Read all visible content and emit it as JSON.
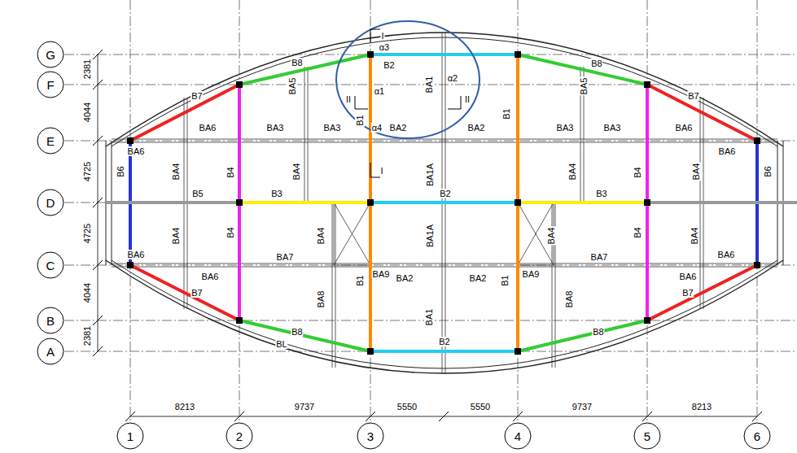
{
  "diagram": {
    "nodes": [
      {
        "text": [
          "G"
        ]
      },
      {
        "text": [
          "F"
        ]
      },
      {
        "text": [
          "E"
        ]
      },
      {
        "text": [
          "D"
        ]
      },
      {
        "text": [
          "C"
        ]
      },
      {
        "text": [
          "B"
        ]
      },
      {
        "text": [
          "A"
        ]
      },
      {
        "text": [
          "1"
        ]
      },
      {
        "text": [
          "2"
        ]
      },
      {
        "text": [
          "3"
        ]
      },
      {
        "text": [
          "4"
        ]
      },
      {
        "text": [
          "5"
        ]
      },
      {
        "text": [
          "6"
        ]
      }
    ],
    "labels": [
      "2381",
      "4044",
      "4725",
      "4725",
      "4044",
      "2381",
      "8213",
      "9737",
      "5550",
      "5550",
      "9737",
      "8213",
      "I",
      "α3",
      "B2",
      "B8",
      "B8",
      "B7",
      "B7",
      "BA5",
      "BA5",
      "BA1",
      "α2",
      "II",
      "α1",
      "II",
      "BA6",
      "BA3",
      "BA3",
      "B1",
      "α4",
      "BA2",
      "BA2",
      "B1",
      "BA3",
      "BA3",
      "BA6",
      "BA6",
      "BA6",
      "I",
      "B6",
      "BA4",
      "B4",
      "BA4",
      "BA1A",
      "BA4",
      "B4",
      "BA4",
      "B6",
      "B5",
      "B3",
      "B2",
      "B3",
      "BA4",
      "B4",
      "BA4",
      "BA1A",
      "BA4",
      "B4",
      "BA4",
      "BA6",
      "BA6",
      "BA7",
      "BA7",
      "BA6",
      "BA9",
      "BA2",
      "BA2",
      "BA9",
      "BA6",
      "B1",
      "B1",
      "B7",
      "B7",
      "BA8",
      "BA8",
      "BA1",
      "B8",
      "B8",
      "BL",
      "B2"
    ]
  }
}
